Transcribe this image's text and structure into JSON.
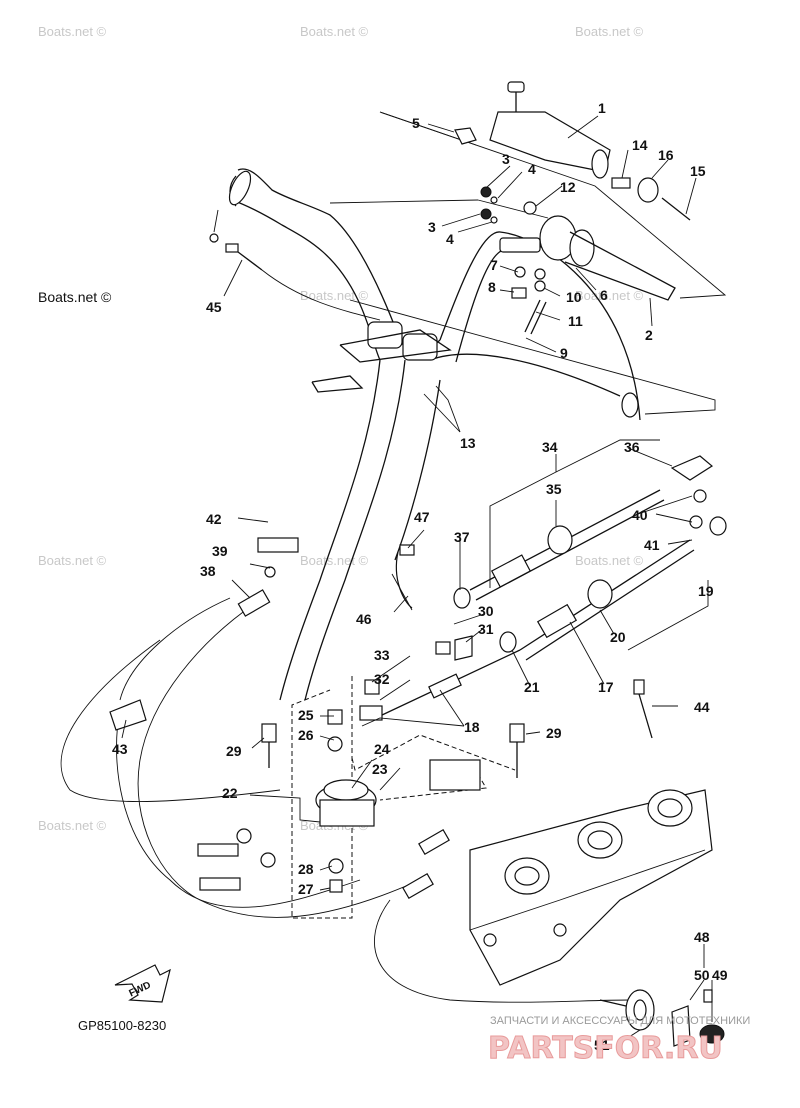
{
  "diagram_code": "GP85100-8230",
  "fwd_label": "FWD",
  "watermark": "Boats.net ©",
  "ad_text": "ЗАПЧАСТИ И АКСЕССУАРЫ ДЛЯ МОТОТЕХНИКИ",
  "logo_text": "PARTSFOR.RU",
  "callouts": [
    "1",
    "2",
    "3",
    "3",
    "4",
    "4",
    "5",
    "6",
    "7",
    "8",
    "9",
    "10",
    "11",
    "12",
    "13",
    "14",
    "15",
    "16",
    "17",
    "18",
    "19",
    "20",
    "21",
    "22",
    "23",
    "24",
    "25",
    "26",
    "27",
    "28",
    "29",
    "29",
    "30",
    "31",
    "32",
    "33",
    "34",
    "35",
    "36",
    "37",
    "38",
    "39",
    "40",
    "40",
    "41",
    "42",
    "43",
    "44",
    "45",
    "46",
    "47",
    "48",
    "49",
    "50",
    "51"
  ]
}
